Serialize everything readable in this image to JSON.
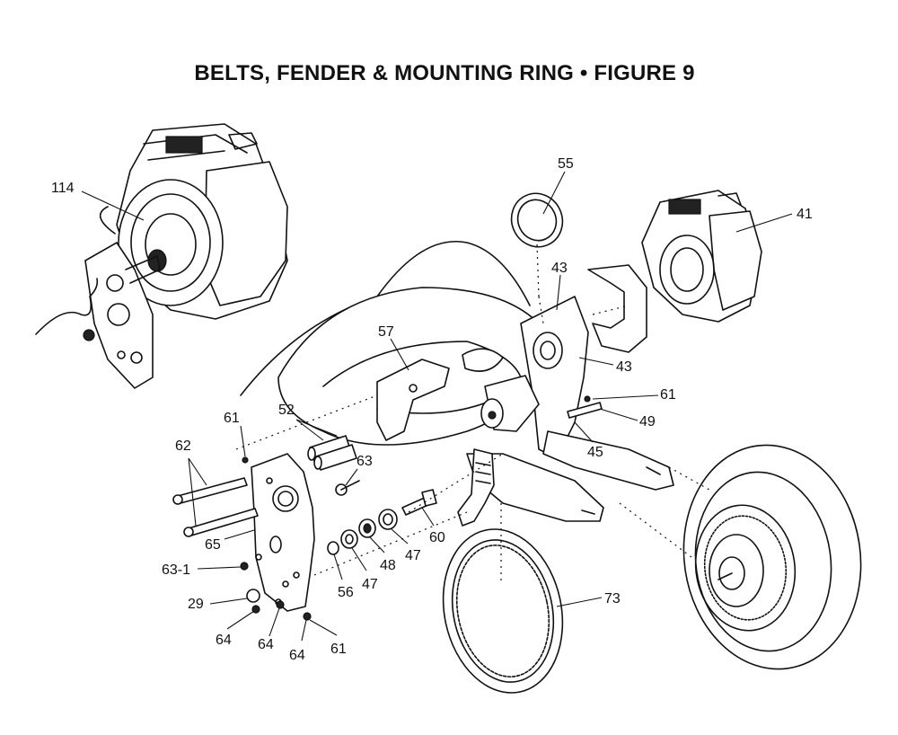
{
  "title": "BELTS, FENDER & MOUNTING RING  •  FIGURE 9",
  "callouts": {
    "c114": "114",
    "c55": "55",
    "c41": "41",
    "c43a": "43",
    "c43b": "43",
    "c57": "57",
    "c61a": "61",
    "c52": "52",
    "c62": "62",
    "c63": "63",
    "c65": "65",
    "c631": "63-1",
    "c29": "29",
    "c64a": "64",
    "c64b": "64",
    "c64c": "64",
    "c61b": "61",
    "c61c": "61",
    "c56": "56",
    "c47a": "47",
    "c48": "48",
    "c47b": "47",
    "c60": "60",
    "c49": "49",
    "c45": "45",
    "c73": "73"
  }
}
